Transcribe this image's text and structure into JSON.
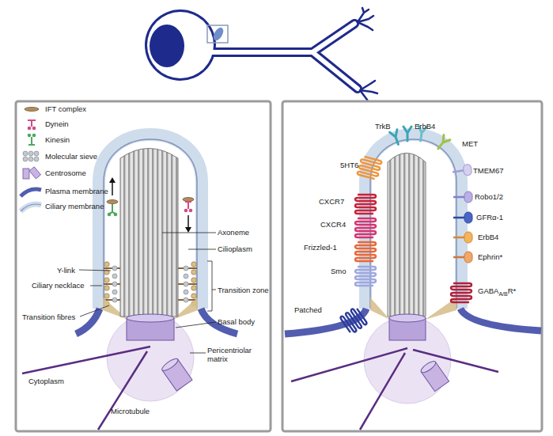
{
  "diagram": {
    "labels": [
      "Axoneme",
      "Cilioplasm",
      "Y-link",
      "Ciliary necklace",
      "Transition zone",
      "Transition fibres",
      "Basal body",
      "Pericentriolar matrix",
      "Cytoplasm",
      "Microtubule",
      "TrkB",
      "ErbB4",
      "MET",
      "5HT6",
      "TMEM67",
      "CXCR7",
      "Robo1/2",
      "CXCR4",
      "GFRα-1",
      "Frizzled-1",
      "ErbB4",
      "Smo",
      "Ephrin*",
      "GABA",
      "A/B",
      "R*",
      "Patched"
    ],
    "legend": [
      {
        "text": "IFT complex"
      },
      {
        "text": "Dynein"
      },
      {
        "text": "Kinesin"
      },
      {
        "text": "Molecular sieve"
      },
      {
        "text": "Centrosome"
      },
      {
        "text": "Plasma membrane"
      },
      {
        "text": "Ciliary membrane"
      }
    ]
  }
}
